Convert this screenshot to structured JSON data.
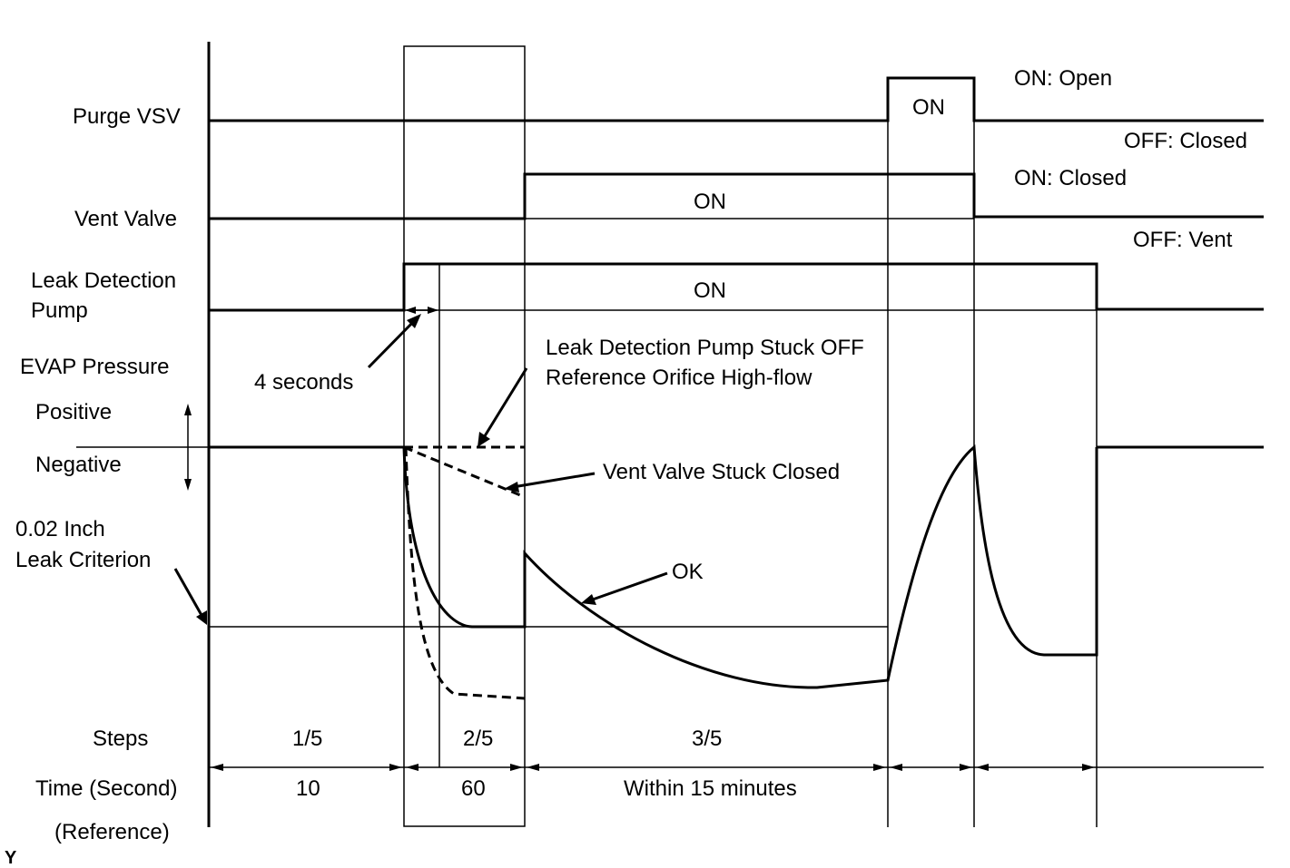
{
  "signals": {
    "purge_vsv": "Purge VSV",
    "vent_valve": "Vent Valve",
    "pump_line1": "Leak Detection",
    "pump_line2": "Pump",
    "evap_pressure": "EVAP Pressure",
    "positive": "Positive",
    "negative": "Negative",
    "criterion_line1": "0.02 Inch",
    "criterion_line2": "Leak Criterion"
  },
  "states": {
    "purge_on": "ON: Open",
    "purge_off": "OFF: Closed",
    "vent_on": "ON: Closed",
    "vent_off": "OFF: Vent",
    "on": "ON"
  },
  "annotations": {
    "four_seconds": "4 seconds",
    "stuck_off_line1": "Leak Detection Pump Stuck OFF",
    "stuck_off_line2": "Reference Orifice High-flow",
    "vent_stuck": "Vent Valve Stuck Closed",
    "ok": "OK"
  },
  "footer": {
    "steps_label": "Steps",
    "time_label": "Time (Second)",
    "reference_label": "(Reference)",
    "step1": "1/5",
    "step2": "2/5",
    "step3": "3/5",
    "time1": "10",
    "time2": "60",
    "time3": "Within 15 minutes"
  },
  "corner_mark": "Y"
}
